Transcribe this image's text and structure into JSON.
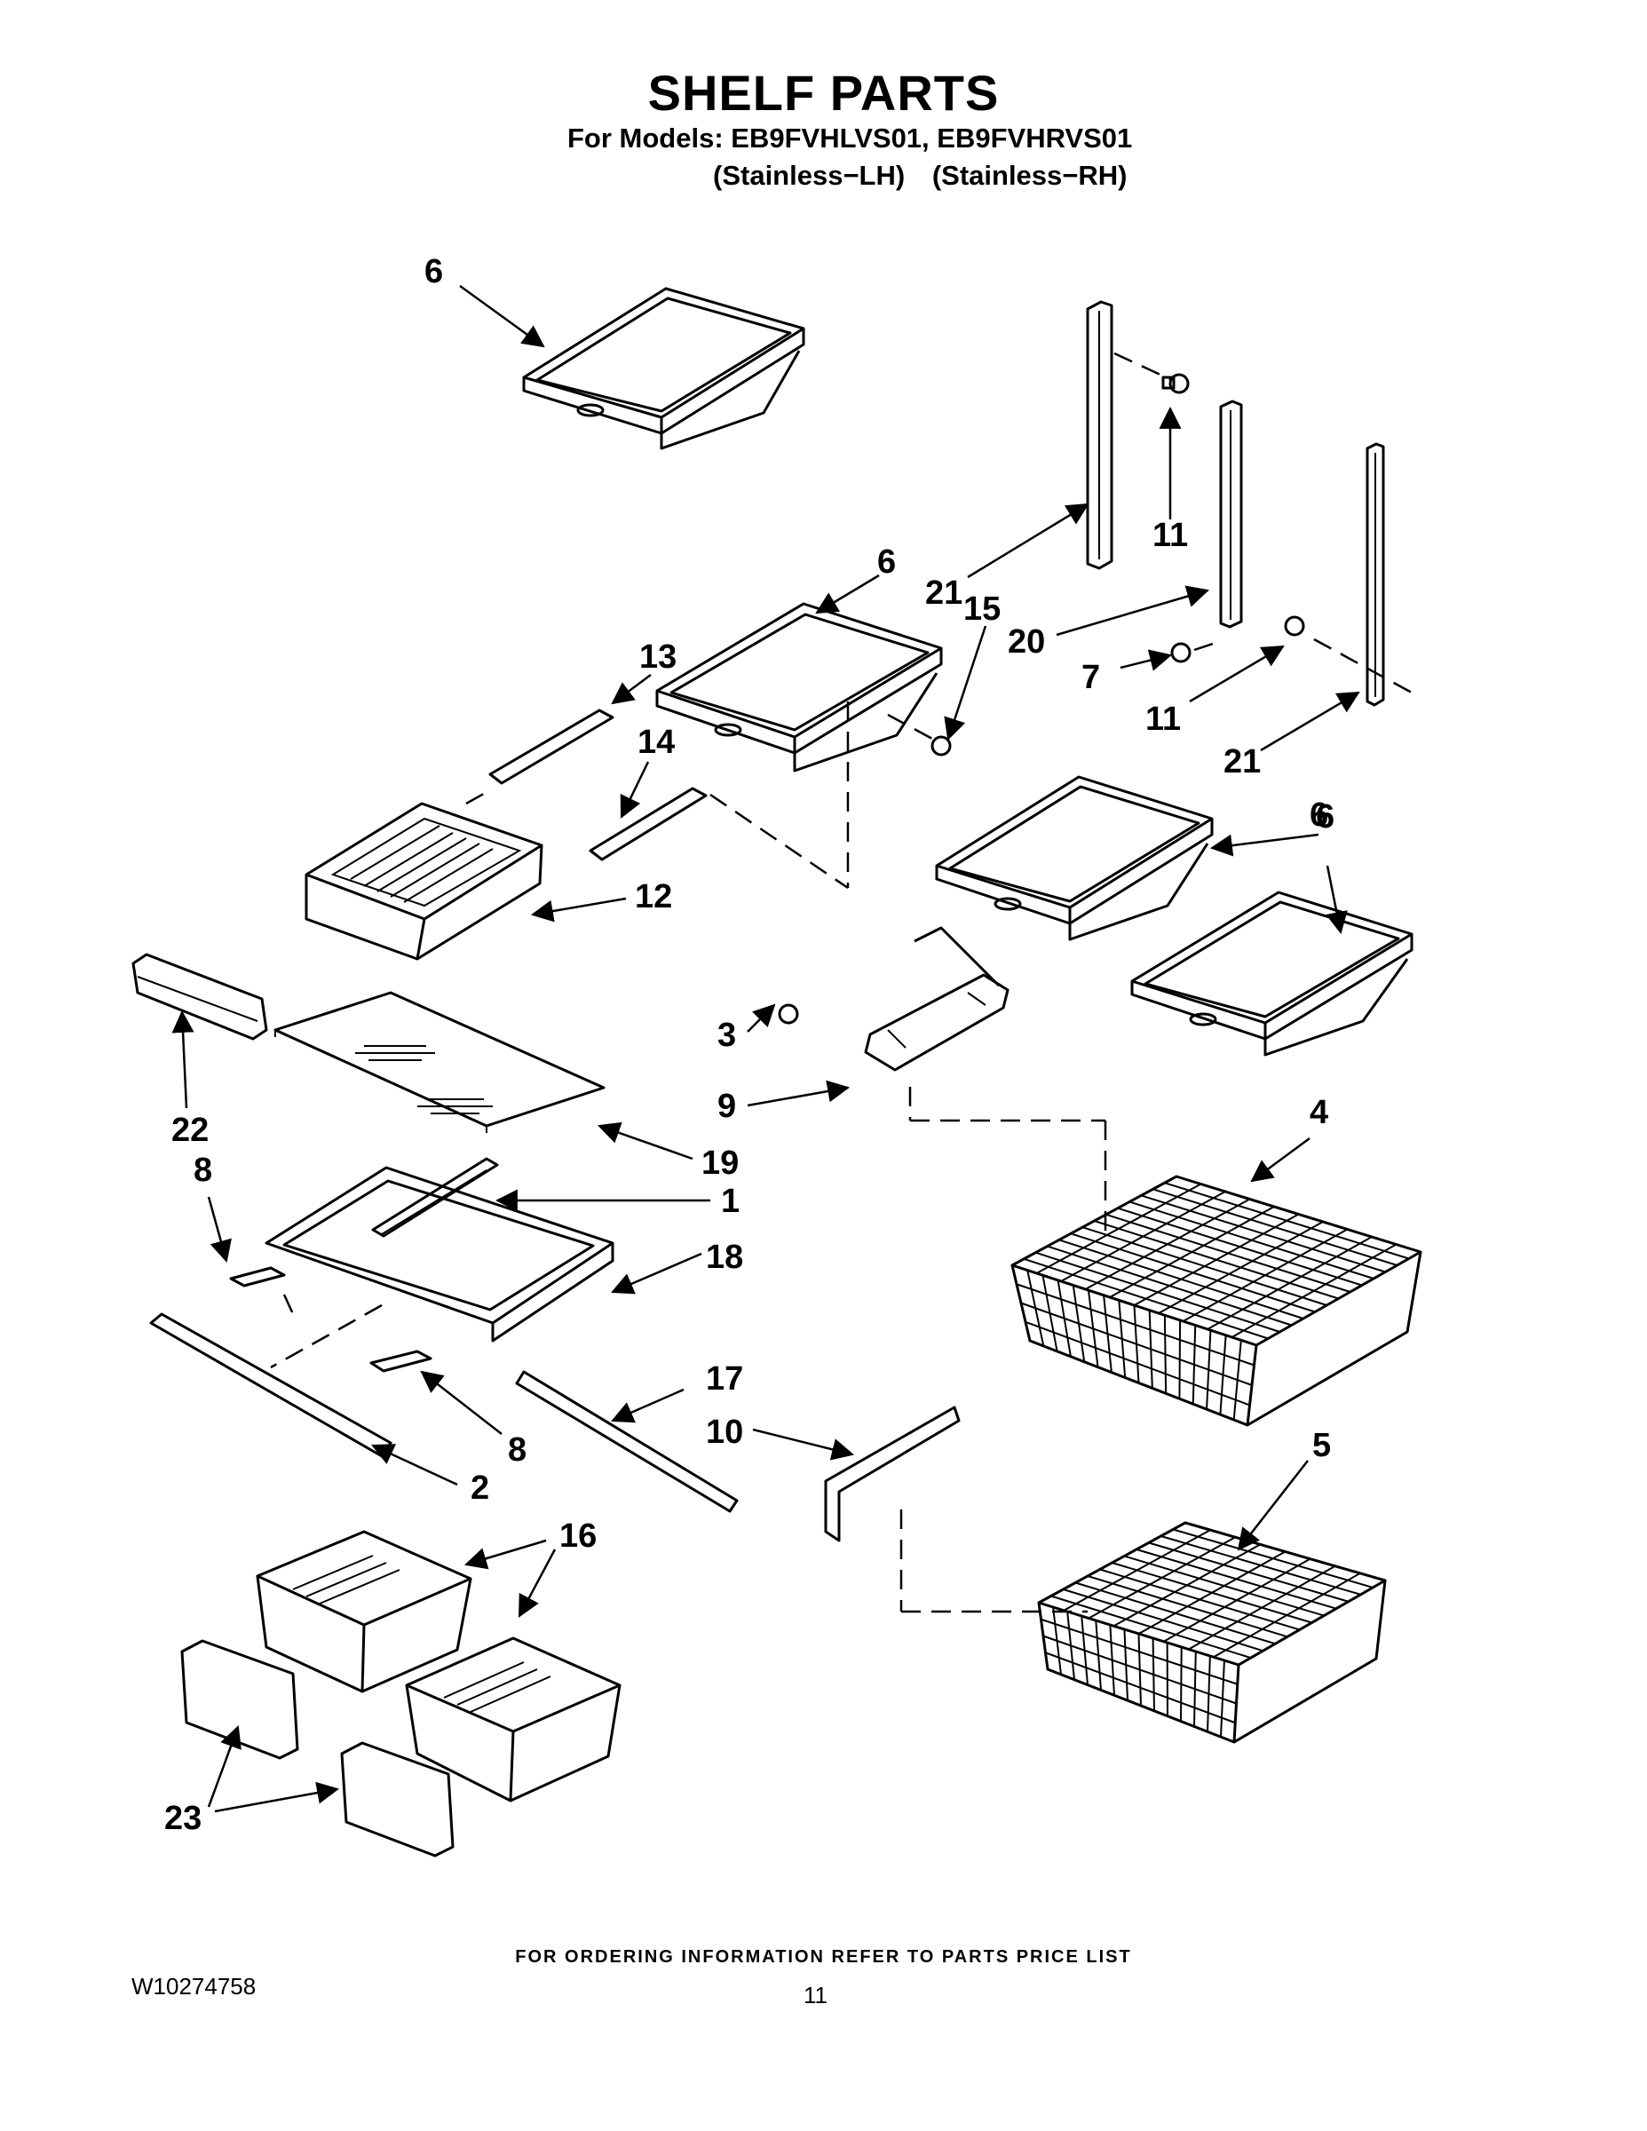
{
  "header": {
    "title": "SHELF PARTS",
    "models_line": "For Models: EB9FVHLVS01, EB9FVHRVS01",
    "finish_lh": "(Stainless−LH)",
    "finish_rh": "(Stainless−RH)"
  },
  "callouts": [
    "6",
    "6",
    "6",
    "6",
    "11",
    "21",
    "20",
    "15",
    "7",
    "11",
    "21",
    "13",
    "14",
    "12",
    "22",
    "19",
    "3",
    "9",
    "4",
    "8",
    "1",
    "18",
    "8",
    "17",
    "10",
    "2",
    "5",
    "16",
    "23"
  ],
  "footer": {
    "ordering_note": "FOR ORDERING INFORMATION REFER TO PARTS PRICE LIST",
    "document_number": "W10274758",
    "page_number": "11"
  },
  "colors": {
    "ink": "#000000",
    "paper": "#ffffff"
  }
}
